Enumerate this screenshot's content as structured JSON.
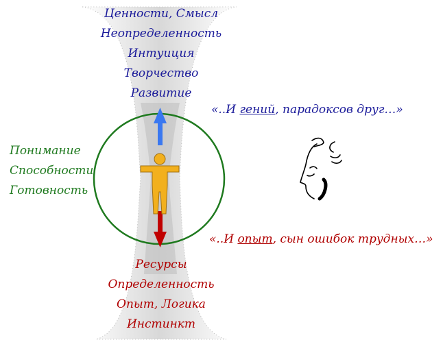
{
  "top_list": [
    "Ценности, Смысл",
    "Неопределенность",
    "Интуиция",
    "Творчество",
    "Развитие"
  ],
  "bottom_list": [
    "Ресурсы",
    "Определенность",
    "Опыт, Логика",
    "Инстинкт"
  ],
  "left_list": [
    "Понимание",
    "Способности",
    "Готовность"
  ],
  "quote_top": {
    "prefix": "«..И ",
    "underlined": "гений",
    "suffix": ", парадоксов друг…»"
  },
  "quote_bottom": {
    "prefix": "«..И ",
    "underlined": "опыт",
    "suffix": ", сын ошибок трудных…»"
  },
  "colors": {
    "top": "#1a1a9a",
    "bottom": "#b00000",
    "left": "#1f7a1f",
    "circle": "#1f7a1f",
    "arrow_up": "#3a78f0",
    "arrow_down": "#c00000",
    "figure": "#f2b01e"
  },
  "icons": {
    "portrait": "pushkin-profile-sketch",
    "figure": "human-figure-icon"
  }
}
